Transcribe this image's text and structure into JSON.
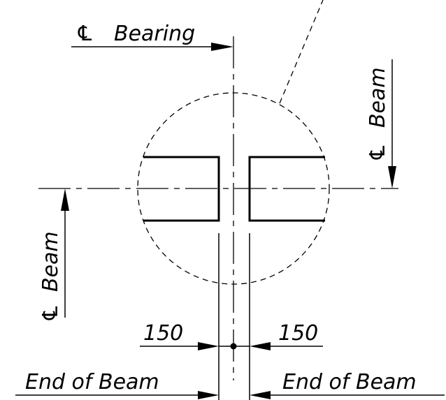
{
  "labels": {
    "centerline_symbol": "℄",
    "bearing": "Bearing",
    "beam": "Beam",
    "dim_left": "150",
    "dim_right": "150",
    "end_of_beam_left": "End of Beam",
    "end_of_beam_right": "End of Beam"
  },
  "colors": {
    "ink": "#000000",
    "background": "#ffffff"
  }
}
